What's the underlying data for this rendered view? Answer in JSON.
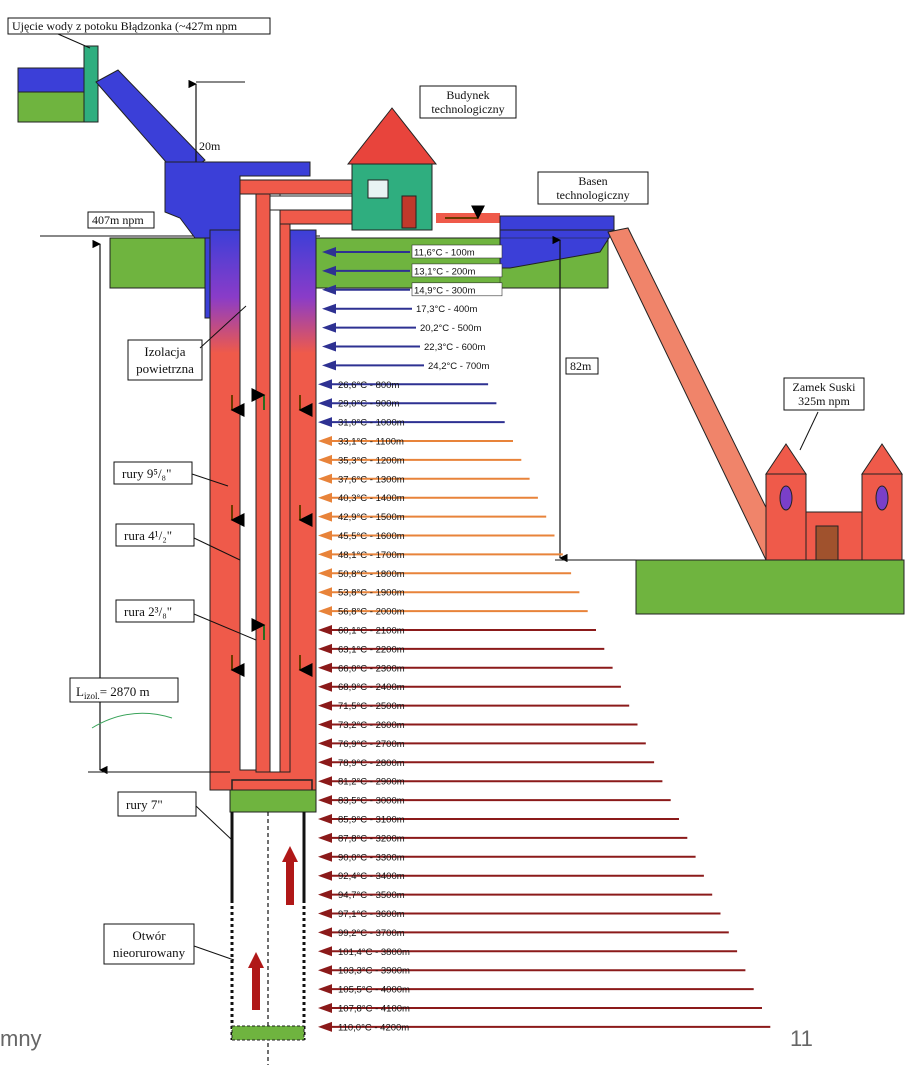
{
  "labels": {
    "intake": "Ujęcie wody z potoku Błądzonka (~427m npm",
    "building_l1": "Budynek",
    "building_l2": "technologiczny",
    "basin_l1": "Basen",
    "basin_l2": "technologiczny",
    "height_20": "20m",
    "elev_407": "407m npm",
    "height_82": "82m",
    "castle_l1": "Zamek Suski",
    "castle_l2": "325m npm",
    "insul_l1": "Izolacja",
    "insul_l2": "powietrzna",
    "pipe_958": "rury 9⁵/₈\"",
    "pipe_412": "rura 4¹/₂\"",
    "pipe_238": "rura 2³/₈\"",
    "lizol": "L",
    "lizol_sub": "izol.",
    "lizol_val": "= 2870 m",
    "pipe_7": "rury 7\"",
    "open_l1": "Otwór",
    "open_l2": "nieorurowany"
  },
  "temperatures": [
    "11,6°C - 100m",
    "13,1°C - 200m",
    "14,9°C - 300m",
    "17,3°C - 400m",
    "20,2°C - 500m",
    "22,3°C - 600m",
    "24,2°C - 700m",
    "26,6°C - 800m",
    "29,0°C - 900m",
    "31,0°C - 1000m",
    "33,1°C - 1100m",
    "35,3°C - 1200m",
    "37,6°C - 1300m",
    "40,3°C - 1400m",
    "42,9°C - 1500m",
    "45,5°C - 1600m",
    "48,1°C - 1700m",
    "50,8°C - 1800m",
    "53,8°C - 1900m",
    "56,8°C - 2000m",
    "60,1°C - 2100m",
    "63,1°C - 2200m",
    "66,0°C - 2300m",
    "68,9°C - 2400m",
    "71,5°C - 2500m",
    "73,2°C - 2600m",
    "76,9°C - 2700m",
    "78,9°C - 2800m",
    "81,2°C - 2900m",
    "83,5°C - 3000m",
    "85,9°C - 3100m",
    "87,8°C - 3200m",
    "90,0°C - 3300m",
    "92,4°C - 3400m",
    "94,7°C - 3500m",
    "97,1°C - 3600m",
    "99,2°C - 3700m",
    "101,4°C - 3800m",
    "103,3°C - 3900m",
    "105,5°C - 4000m",
    "107,8°C - 4100m",
    "110,0°C - 4200m"
  ],
  "footer": {
    "left": "mny",
    "page": "11"
  },
  "colors": {
    "ground": "#6fb43f",
    "water": "#3b3fd8",
    "hot": "#ef5a4a",
    "roof": "#e8443c",
    "building": "#2fae7f",
    "arrow_cold": "#2e3192",
    "arrow_warm": "#e8833a",
    "arrow_hot": "#8b1a1a"
  }
}
